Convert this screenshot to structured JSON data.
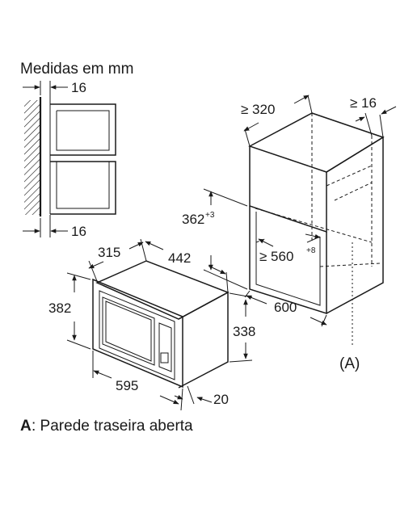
{
  "header": {
    "title": "Medidas em mm"
  },
  "side_view": {
    "top_gap": "16",
    "bottom_gap": "16"
  },
  "cabinet": {
    "depth_min": "≥ 320",
    "side_gap_min": "≥ 16",
    "opening_height": "362",
    "opening_height_tol": "+3",
    "opening_width": "≥ 560",
    "opening_width_tol": "+8",
    "width": "600",
    "rear_label": "(A)"
  },
  "appliance": {
    "depth": "315",
    "depth_total": "442",
    "height_frame": "382",
    "height_body": "338",
    "width_frame": "595",
    "frame_depth": "20"
  },
  "footer": {
    "legend_key": "A",
    "legend_text": ": Parede traseira aberta"
  }
}
